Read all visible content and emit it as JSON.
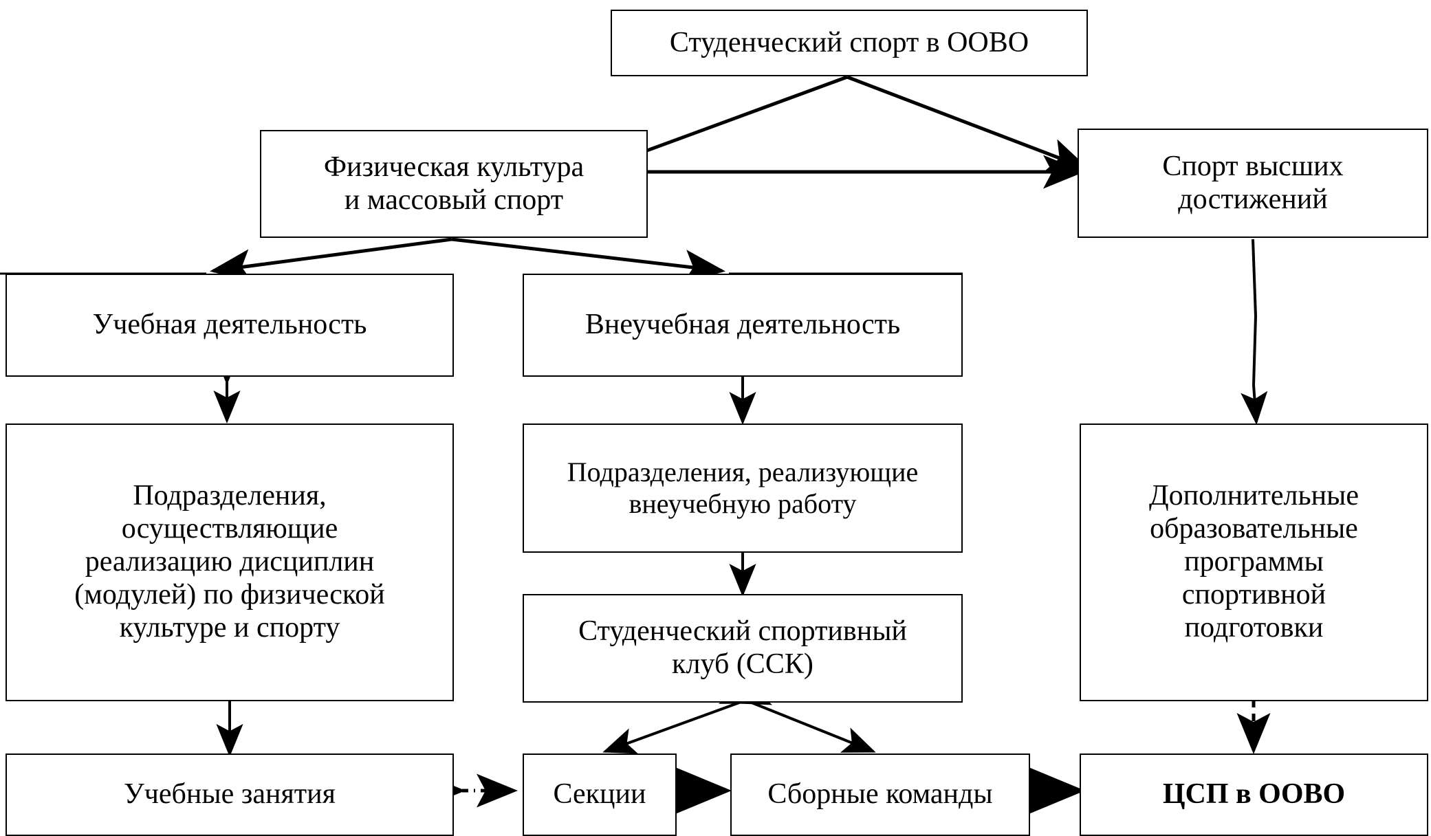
{
  "diagram": {
    "title_hidden": "",
    "nodes": {
      "root": "Студенческий спорт в ООВО",
      "pe_mass_sport": "Физическая культура\nи массовый спорт",
      "elite_sport": "Спорт высших\nдостижений",
      "academic_activity": "Учебная деятельность",
      "extracurricular_activity": "Внеучебная деятельность",
      "units_pe_disciplines": "Подразделения,\nосуществляющие\nреализацию дисциплин\n(модулей) по физической\nкультуре и спорту",
      "units_extracurricular": "Подразделения, реализующие\nвнеучебную работу",
      "student_sports_club": "Студенческий спортивный\nклуб (ССК)",
      "extra_edu_programs": "Дополнительные\nобразовательные\nпрограммы\nспортивной\nподготовки",
      "training_sessions": "Учебные занятия",
      "sections": "Секции",
      "national_teams": "Сборные команды",
      "csp": "ЦСП в ООВО"
    },
    "edges": [
      {
        "id": "root-to-pe",
        "from": "root",
        "to": "pe_mass_sport",
        "style": "solid",
        "arrows": "end"
      },
      {
        "id": "root-to-elite",
        "from": "root",
        "to": "elite_sport",
        "style": "solid",
        "arrows": "end"
      },
      {
        "id": "pe-to-elite",
        "from": "pe_mass_sport",
        "to": "elite_sport",
        "style": "solid",
        "arrows": "both"
      },
      {
        "id": "pe-to-academic",
        "from": "pe_mass_sport",
        "to": "academic_activity",
        "style": "solid",
        "arrows": "end"
      },
      {
        "id": "pe-to-extracurricular",
        "from": "pe_mass_sport",
        "to": "extracurricular_activity",
        "style": "solid",
        "arrows": "end"
      },
      {
        "id": "academic-to-units",
        "from": "academic_activity",
        "to": "units_pe_disciplines",
        "style": "solid",
        "arrows": "both"
      },
      {
        "id": "extracurricular-to-units",
        "from": "extracurricular_activity",
        "to": "units_extracurricular",
        "style": "solid",
        "arrows": "end"
      },
      {
        "id": "units-to-club",
        "from": "units_extracurricular",
        "to": "student_sports_club",
        "style": "solid",
        "arrows": "both"
      },
      {
        "id": "elite-to-programs",
        "from": "elite_sport",
        "to": "extra_edu_programs",
        "style": "solid",
        "arrows": "end"
      },
      {
        "id": "units-to-sessions",
        "from": "units_pe_disciplines",
        "to": "training_sessions",
        "style": "solid",
        "arrows": "end"
      },
      {
        "id": "club-to-sections",
        "from": "student_sports_club",
        "to": "sections",
        "style": "solid",
        "arrows": "both"
      },
      {
        "id": "club-to-teams",
        "from": "student_sports_club",
        "to": "national_teams",
        "style": "solid",
        "arrows": "both"
      },
      {
        "id": "sessions-to-sections",
        "from": "training_sessions",
        "to": "sections",
        "style": "dash-dot",
        "arrows": "both"
      },
      {
        "id": "sections-to-teams",
        "from": "sections",
        "to": "national_teams",
        "style": "solid",
        "arrows": "both"
      },
      {
        "id": "teams-to-csp",
        "from": "national_teams",
        "to": "csp",
        "style": "solid",
        "arrows": "both"
      },
      {
        "id": "programs-to-csp",
        "from": "extra_edu_programs",
        "to": "csp",
        "style": "dashed",
        "arrows": "both"
      }
    ],
    "colors": {
      "line": "#000000",
      "text": "#000000",
      "background": "#ffffff"
    }
  }
}
